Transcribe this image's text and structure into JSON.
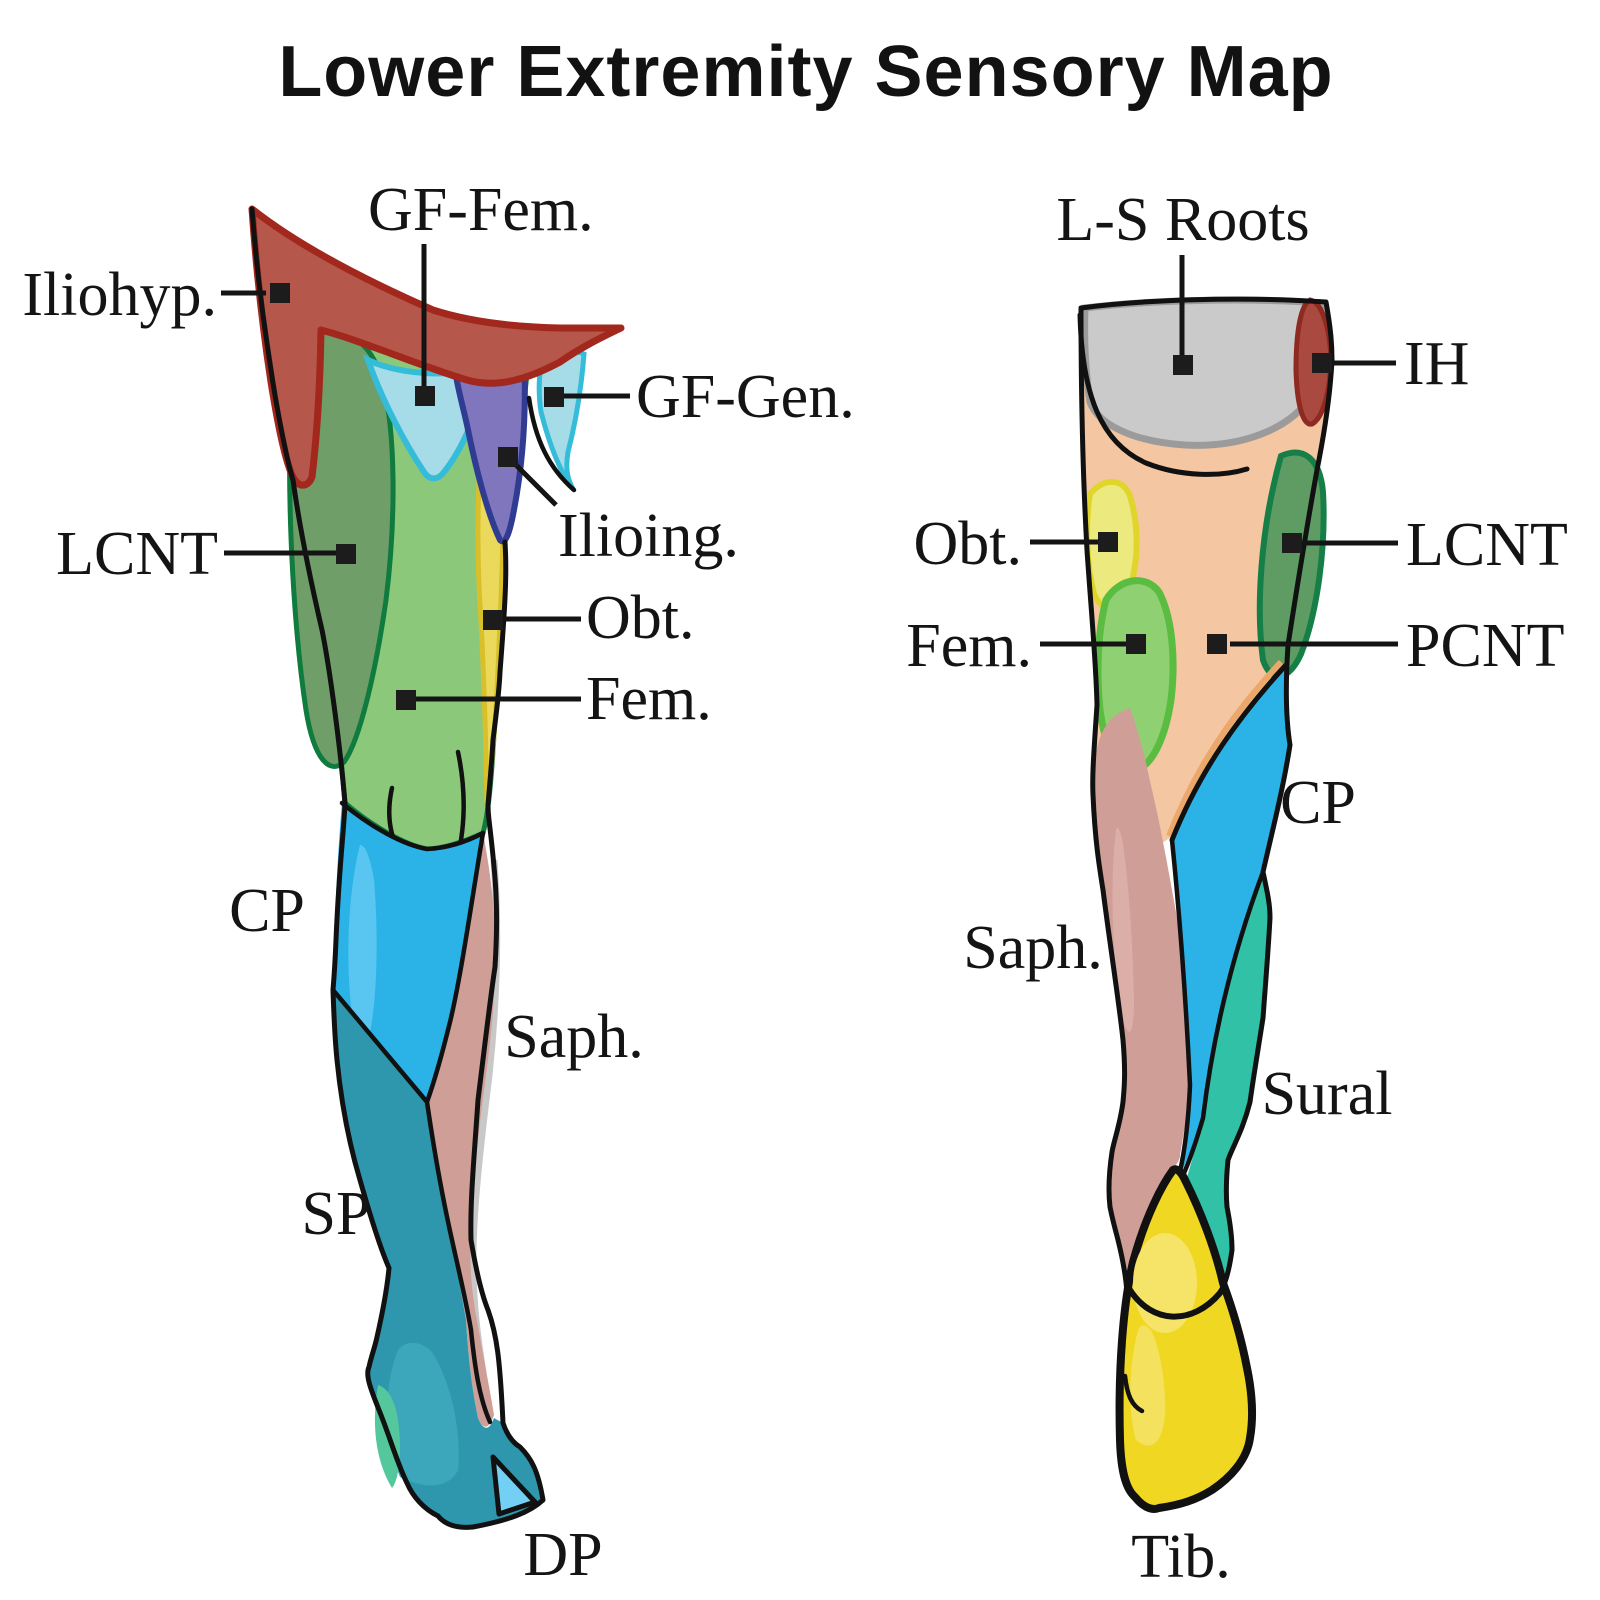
{
  "title": "Lower Extremity Sensory Map",
  "anterior_view": {
    "name": "anterior-leg-sensory-map",
    "callouts": {
      "iliohyp": "Iliohyp.",
      "gf_fem": "GF-Fem.",
      "gf_gen": "GF-Gen.",
      "ilioing": "Ilioing.",
      "lcnt": "LCNT",
      "obt": "Obt.",
      "fem": "Fem.",
      "cp": "CP",
      "saph": "Saph.",
      "sp": "SP",
      "dp": "DP"
    }
  },
  "posterior_view": {
    "name": "posterior-leg-sensory-map",
    "callouts": {
      "ls_roots": "L-S Roots",
      "ih": "IH",
      "obt": "Obt.",
      "lcnt": "LCNT",
      "fem": "Fem.",
      "pcnt": "PCNT",
      "cp": "CP",
      "saph": "Saph.",
      "sural": "Sural",
      "tib": "Tib."
    }
  },
  "palette": {
    "iliohypogastric_red": "#B5574A",
    "iliohypogastric_red_stroke": "#A2271D",
    "femoral_green": "#8CC87A",
    "femoral_green_stroke": "#0F7B3E",
    "lcnt_dark_green": "#6F9E69",
    "genitofemoral_cyan": "#A6DBE8",
    "genitofemoral_cyan_stroke": "#35BCD9",
    "ilioinguinal_purple": "#7F76BE",
    "ilioinguinal_purple_stroke": "#303B92",
    "obturator_yellow": "#EBD95B",
    "obturator_yellow_stroke": "#D9C02B",
    "common_peroneal_blue": "#2BB3E7",
    "saphenous_pink": "#CF9E97",
    "superficial_peroneal_teal": "#2E97AD",
    "deep_peroneal_lightblue": "#74CFF4",
    "ls_roots_gray": "#CBCACA",
    "pcnt_tan": "#F4C7A2",
    "lcnt_posterior_green": "#5E9C64",
    "fem_posterior_green": "#8FD073",
    "obt_posterior_yellow": "#ECE97E",
    "sural_teal": "#30C1A6",
    "tibial_yellow": "#F0D722",
    "ink": "#111111"
  }
}
